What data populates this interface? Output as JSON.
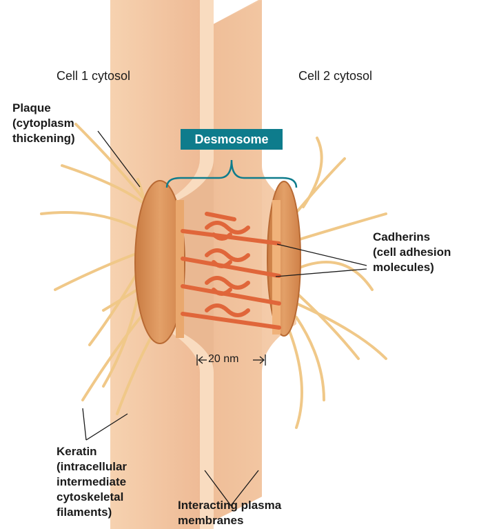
{
  "labels": {
    "cell1": "Cell 1 cytosol",
    "cell2": "Cell 2 cytosol",
    "plaque": "Plaque\n(cytoplasm\nthickening)",
    "desmosome": "Desmosome",
    "cadherins": "Cadherins\n(cell adhesion\nmolecules)",
    "measure": "20 nm",
    "keratin": "Keratin\n(intracellular\nintermediate\ncytoskeletal\nfilaments)",
    "membranes": "Interacting plasma\nmembranes"
  },
  "colors": {
    "membrane": "#f3c7a1",
    "membrane_edge": "#e9b38c",
    "plaque": "#d8894a",
    "cadherin": "#e0663a",
    "keratin": "#f0c888",
    "bracket": "#0e7c8c"
  }
}
